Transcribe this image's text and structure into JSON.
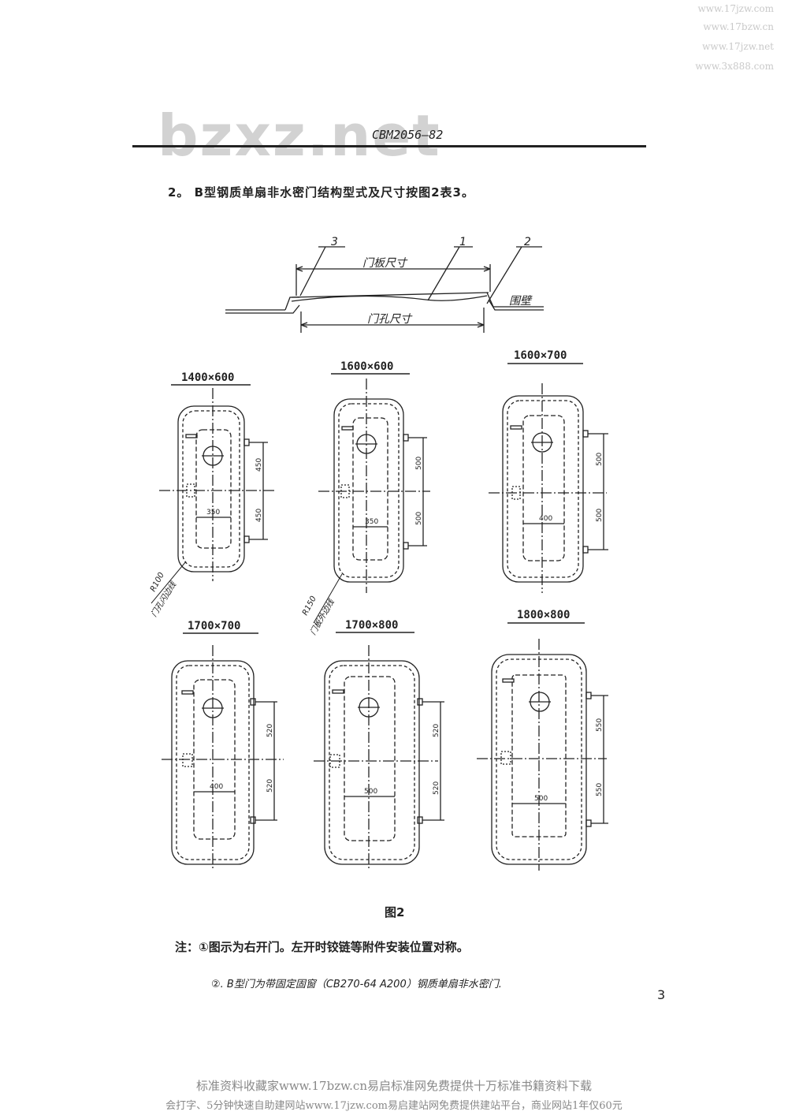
{
  "watermarks": {
    "corner": [
      "www.17jzw.com",
      "www.17bzw.cn",
      "www.17jzw.net",
      "www.3x888.com"
    ],
    "center": "bzxz.net"
  },
  "header": {
    "code": "CBM2056—82"
  },
  "heading": "2。 B型钢质单扇非水密门结构型式及尺寸按图2表3。",
  "section": {
    "labels": [
      "3",
      "1",
      "2"
    ],
    "door_plate": "门板尺寸",
    "door_hole": "门孔尺寸",
    "wall": "围壁"
  },
  "doors": [
    {
      "title": "1400×600",
      "dim_top": "450",
      "dim_bottom": "450",
      "width": "350"
    },
    {
      "title": "1600×600",
      "dim_top": "500",
      "dim_bottom": "500",
      "width": "350"
    },
    {
      "title": "1600×700",
      "dim_top": "500",
      "dim_bottom": "500",
      "width": "400"
    },
    {
      "title": "1700×700",
      "dim_top": "520",
      "dim_bottom": "520",
      "width": "400"
    },
    {
      "title": "1700×800",
      "dim_top": "520",
      "dim_bottom": "520",
      "width": "500"
    },
    {
      "title": "1800×800",
      "dim_top": "550",
      "dim_bottom": "550",
      "width": "500"
    }
  ],
  "annotations": {
    "r100": "R100",
    "r100_text": "门孔闪边线",
    "r150": "R150",
    "r150_text": "门板外边线"
  },
  "figure_caption": "图2",
  "notes": {
    "note1": "注：①图示为右开门。左开时铰链等附件安装位置对称。",
    "note2": "②. B型门为带固定固窗（CB270-64 A200）钢质单扇非水密门."
  },
  "page_number": "3",
  "footer": {
    "line1": "标准资料收藏家www.17bzw.cn易启标准网免费提供十万标准书籍资料下载",
    "line2": "会打字、5分钟快速自助建网站www.17jzw.com易启建站网免费提供建站平台，商业网站1年仅60元"
  }
}
